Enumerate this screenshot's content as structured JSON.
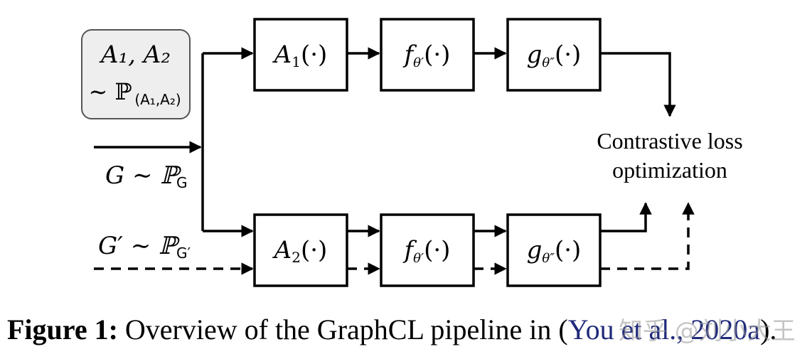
{
  "diagram": {
    "sampler": {
      "line1": "A₁, A₂",
      "line2": "∼ ℙ",
      "line2_sub": "(A₁,A₂)"
    },
    "input_top": {
      "text": "G ∼ ℙ",
      "sub": "G"
    },
    "input_bottom": {
      "text": "G′ ∼ ℙ",
      "sub": "G′"
    },
    "top_branch": {
      "augment": {
        "main": "A",
        "sub": "1",
        "arg": "(·)"
      },
      "encoder": {
        "main": "f",
        "sub": "θ′",
        "arg": "(·)"
      },
      "projector": {
        "main": "g",
        "sub": "θ″",
        "arg": "(·)"
      }
    },
    "bottom_branch": {
      "augment": {
        "main": "A",
        "sub": "2",
        "arg": "(·)"
      },
      "encoder": {
        "main": "f",
        "sub": "θ′",
        "arg": "(·)"
      },
      "projector": {
        "main": "g",
        "sub": "θ″",
        "arg": "(·)"
      }
    },
    "loss": {
      "line1": "Contrastive loss",
      "line2": "optimization"
    }
  },
  "caption": {
    "label": "Figure 1:",
    "text": " Overview of the GraphCL pipeline in (",
    "citation": "You et al., 2020a",
    "end": ")."
  },
  "watermark": "知乎 @刘小大王"
}
